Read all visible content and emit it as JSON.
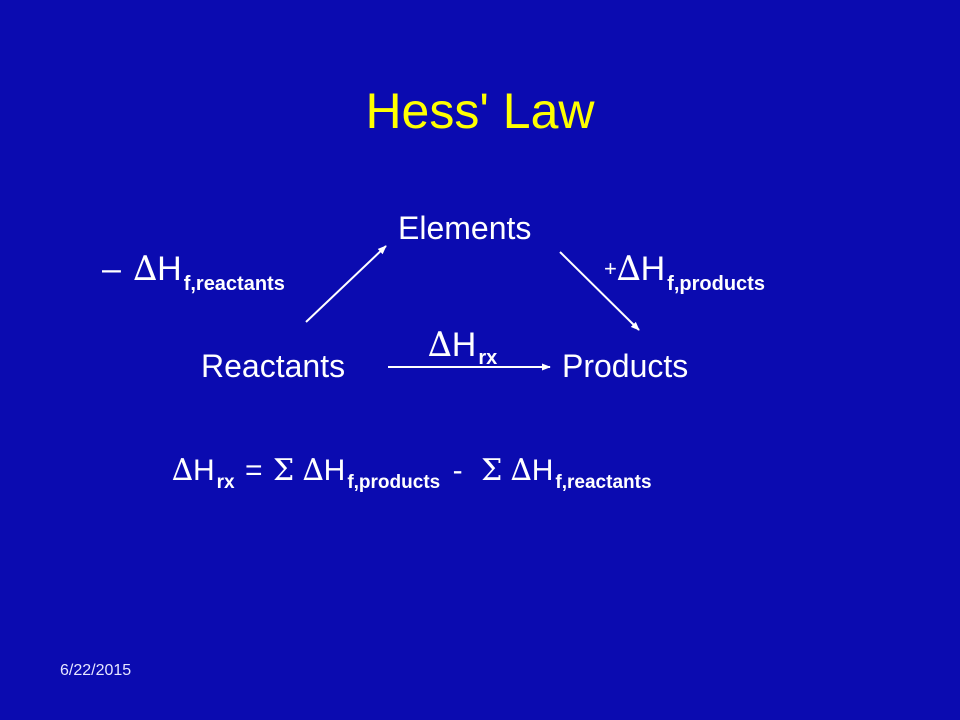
{
  "slide": {
    "title": "Hess' Law",
    "date": "6/22/2015",
    "colors": {
      "background": "#0b0bb0",
      "title": "#ffff00",
      "text": "#ffffff"
    }
  },
  "diagram": {
    "nodes": {
      "elements": "Elements",
      "reactants": "Reactants",
      "products": "Products"
    },
    "edges": {
      "left": {
        "sign": "–",
        "symbol": "∆",
        "main": "H",
        "subscript": "f,reactants"
      },
      "right": {
        "sign": "+",
        "symbol": "∆",
        "main": "H",
        "subscript": "f,products"
      },
      "bottom": {
        "symbol": "∆",
        "main": "H",
        "subscript": "rx"
      }
    }
  },
  "equation": {
    "delta": "∆",
    "h": "H",
    "sub_rx": "rx",
    "equals": "=",
    "sigma": "Σ",
    "sub_products": "f,products",
    "minus": "-",
    "sub_reactants": "f,reactants"
  }
}
